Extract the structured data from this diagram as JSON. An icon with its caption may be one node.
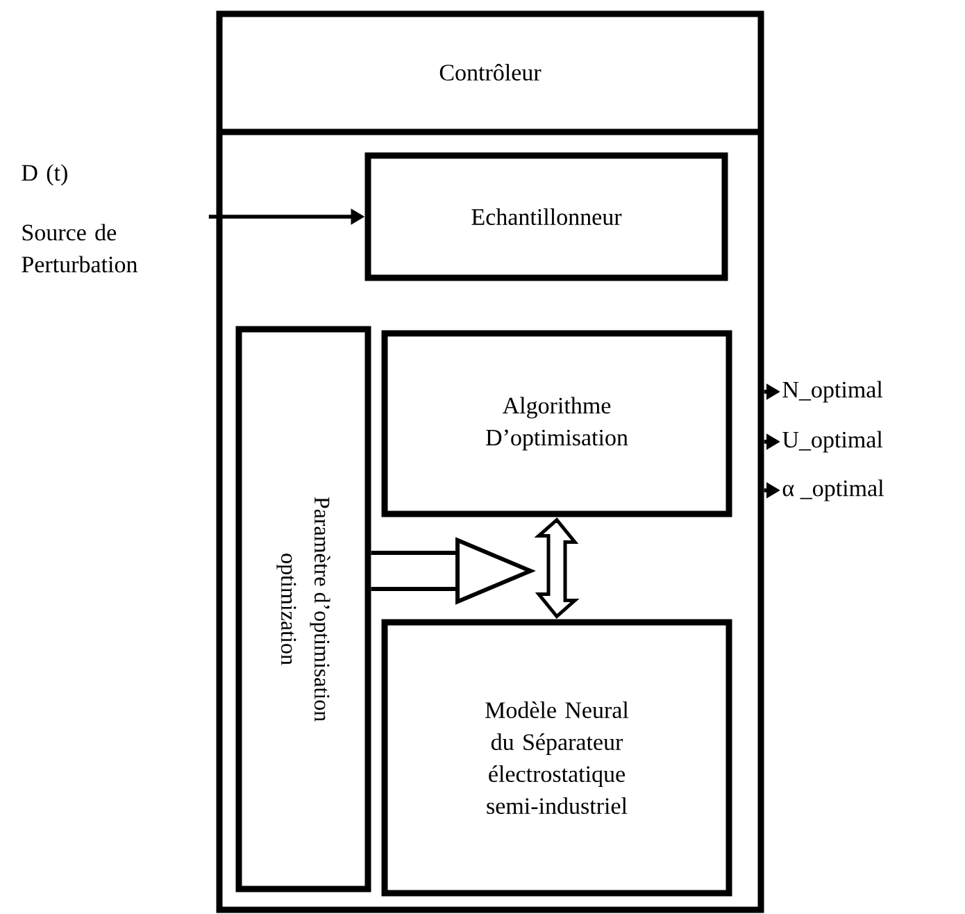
{
  "diagram": {
    "nodes": [
      {
        "text": [
          "Contrôleur"
        ]
      },
      {
        "text": [
          "Echantillonneur"
        ],
        "in": 0
      },
      {
        "text": [
          "Paramètre d’optimisation",
          "optimization"
        ],
        "in": 0
      },
      {
        "text": [
          "Algorithme D’optimisation"
        ],
        "in": 0
      },
      {
        "text": [
          "Modèle Neural du Séparateur électrostatique semi-industriel"
        ],
        "in": 0
      },
      {
        "text": [
          "D (t)",
          "Source de Perturbation"
        ]
      },
      {
        "text": [
          "N_optimal"
        ]
      },
      {
        "text": [
          "U_optimal"
        ]
      },
      {
        "text": [
          "α _optimal"
        ]
      }
    ],
    "edges": [
      {
        "from": 5,
        "to": 1,
        "arrow": "to"
      },
      {
        "from": 2,
        "to": null,
        "arrow": "to",
        "style": "thick"
      },
      {
        "from": 3,
        "to": 4,
        "arrow": "both",
        "style": "thick"
      },
      {
        "from": 0,
        "to": 6,
        "arrow": "to"
      },
      {
        "from": 0,
        "to": 7,
        "arrow": "to"
      },
      {
        "from": 0,
        "to": 8,
        "arrow": "to"
      }
    ]
  }
}
